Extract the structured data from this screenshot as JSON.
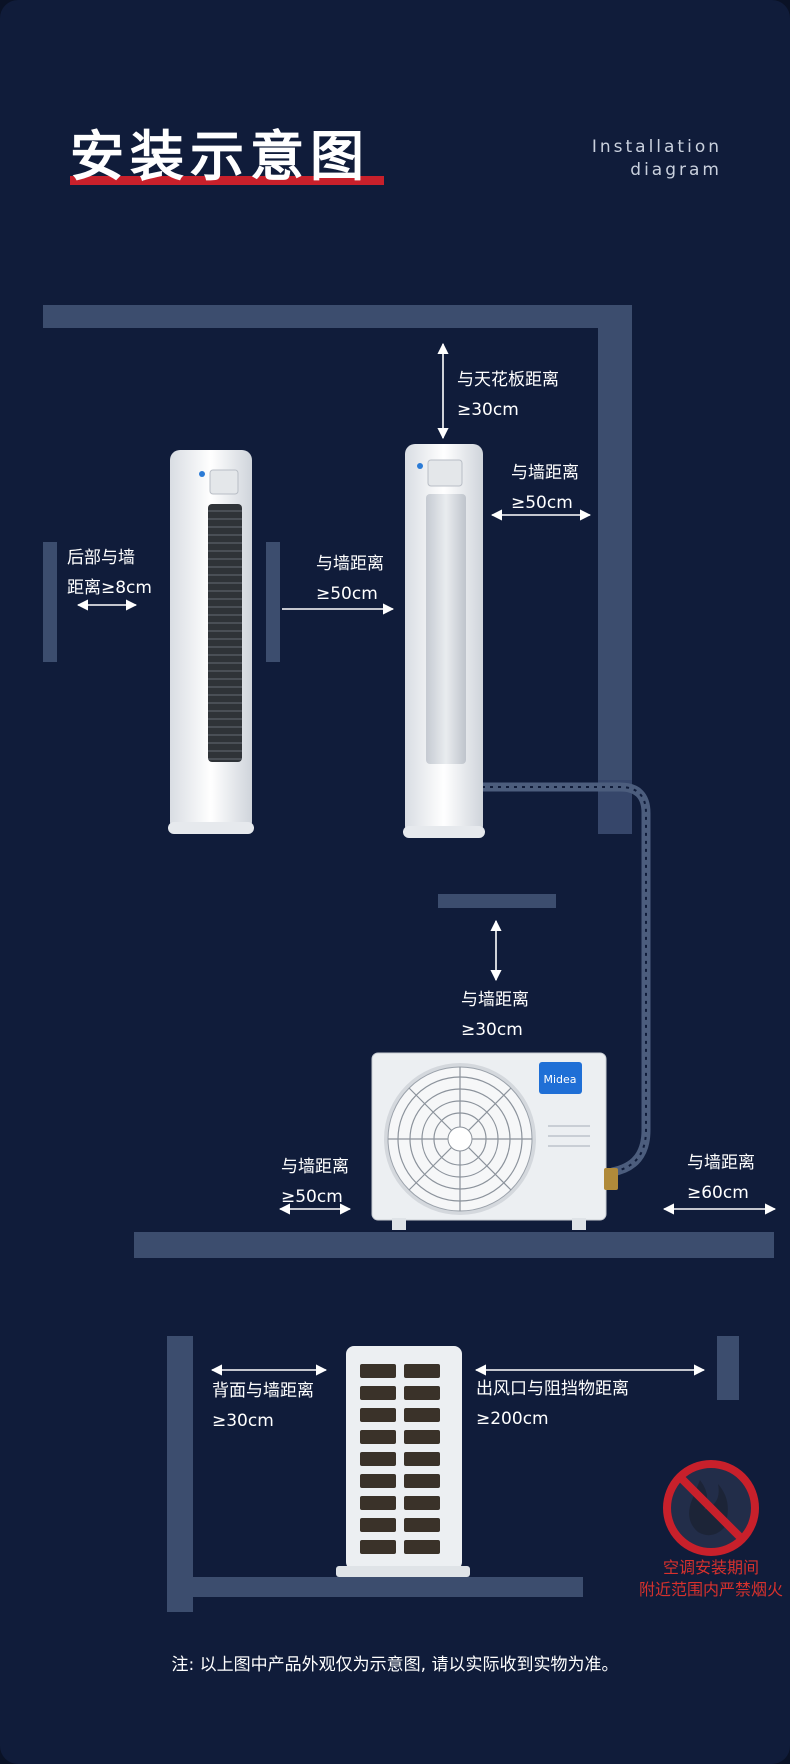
{
  "title": "安装示意图",
  "subtitle_line1": "Installation",
  "subtitle_line2": "diagram",
  "brand": "Midea",
  "labels": {
    "ceiling_1": "与天花板距离",
    "ceiling_2": "≥30cm",
    "side_wall_1": "与墙距离",
    "side_wall_2": "≥50cm",
    "rear_wall_1": "后部与墙",
    "rear_wall_2": "距离≥8cm",
    "between_1": "与墙距离",
    "between_2": "≥50cm",
    "outdoor_top_1": "与墙距离",
    "outdoor_top_2": "≥30cm",
    "outdoor_left_1": "与墙距离",
    "outdoor_left_2": "≥50cm",
    "outdoor_right_1": "与墙距离",
    "outdoor_right_2": "≥60cm",
    "back_wall_1": "背面与墙距离",
    "back_wall_2": "≥30cm",
    "outlet_1": "出风口与阻挡物距离",
    "outlet_2": "≥200cm"
  },
  "warning_line1": "空调安装期间",
  "warning_line2": "附近范围内严禁烟火",
  "note": "注: 以上图中产品外观仅为示意图, 请以实际收到实物为准。",
  "colors": {
    "background": "#101c3a",
    "wall": "#3c4d6e",
    "accent_red": "#c8202b",
    "brand_blue": "#1f6fd6",
    "warning_red": "#d6312d"
  }
}
